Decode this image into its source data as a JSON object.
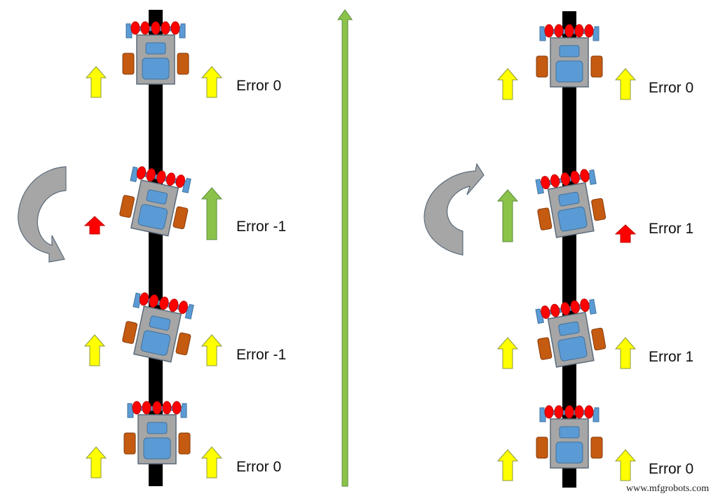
{
  "colors": {
    "track": "#000000",
    "robot_body": "#a6a6a6",
    "robot_border": "#5a6a7a",
    "robot_window": "#5b9bd5",
    "sensor_bar": "#5b9bd5",
    "sensor": "#ff0000",
    "wheel": "#c55a11",
    "arrow_normal": "#ffff00",
    "arrow_normal_border": "#8c9a3c",
    "arrow_fast": "#8bc34a",
    "arrow_fast_border": "#5a8a3c",
    "arrow_slow": "#ff0000",
    "rotate_arrow": "#a6a6a6",
    "divider_arrow": "#8bc34a"
  },
  "left_panel": {
    "rotation": "counter-clockwise",
    "rows": [
      {
        "label": "Error 0",
        "left_arrow": "yellow",
        "right_arrow": "yellow",
        "tilt": 0
      },
      {
        "label": "Error -1",
        "left_arrow": "red-small",
        "right_arrow": "green-large",
        "tilt": 12
      },
      {
        "label": "Error -1",
        "left_arrow": "yellow",
        "right_arrow": "yellow",
        "tilt": 12
      },
      {
        "label": "Error 0",
        "left_arrow": "yellow",
        "right_arrow": "yellow",
        "tilt": 0
      }
    ]
  },
  "right_panel": {
    "rotation": "clockwise",
    "rows": [
      {
        "label": "Error 0",
        "left_arrow": "yellow",
        "right_arrow": "yellow",
        "tilt": 0
      },
      {
        "label": "Error 1",
        "left_arrow": "green-large",
        "right_arrow": "red-small",
        "tilt": -10
      },
      {
        "label": "Error 1",
        "left_arrow": "yellow",
        "right_arrow": "yellow",
        "tilt": -10
      },
      {
        "label": "Error 0",
        "left_arrow": "yellow",
        "right_arrow": "yellow",
        "tilt": 0
      }
    ]
  },
  "watermark": "www.mfgrobots.com"
}
